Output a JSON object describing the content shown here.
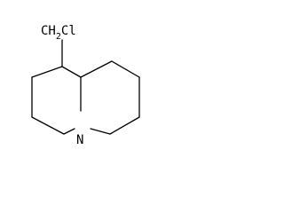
{
  "molecule": {
    "substituent_label": "Cl",
    "subscript": "2",
    "ring_atom_label": "N"
  },
  "colors": {
    "background": "#ffffff",
    "ink": "#000000"
  }
}
